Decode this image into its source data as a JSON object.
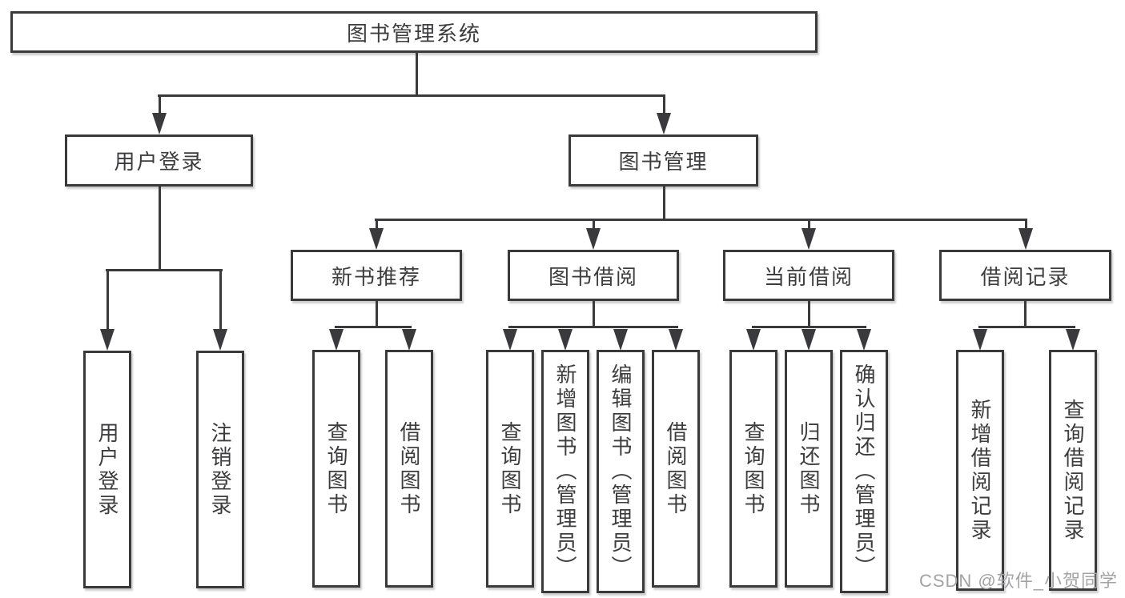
{
  "diagram": {
    "root": {
      "label": "图书管理系统",
      "children": [
        {
          "label": "用户登录",
          "children": [
            {
              "label": "用户登录"
            },
            {
              "label": "注销登录"
            }
          ]
        },
        {
          "label": "图书管理",
          "children": [
            {
              "label": "新书推荐",
              "children": [
                {
                  "label": "查询图书"
                },
                {
                  "label": "借阅图书"
                }
              ]
            },
            {
              "label": "图书借阅",
              "children": [
                {
                  "label": "查询图书"
                },
                {
                  "label": "新增图书（管理员）"
                },
                {
                  "label": "编辑图书（管理员）"
                },
                {
                  "label": "借阅图书"
                }
              ]
            },
            {
              "label": "当前借阅",
              "children": [
                {
                  "label": "查询图书"
                },
                {
                  "label": "归还图书"
                },
                {
                  "label": "确认归还（管理员）"
                }
              ]
            },
            {
              "label": "借阅记录",
              "children": [
                {
                  "label": "新增借阅记录"
                },
                {
                  "label": "查询借阅记录"
                }
              ]
            }
          ]
        }
      ]
    }
  },
  "watermark": {
    "text": "CSDN @软件_小贺同学"
  },
  "colors": {
    "line": "#3a3a3c",
    "border": "#3a3a3c",
    "text": "#3d3d3f",
    "watermark": "#a3a3a5",
    "background": "#ffffff"
  }
}
